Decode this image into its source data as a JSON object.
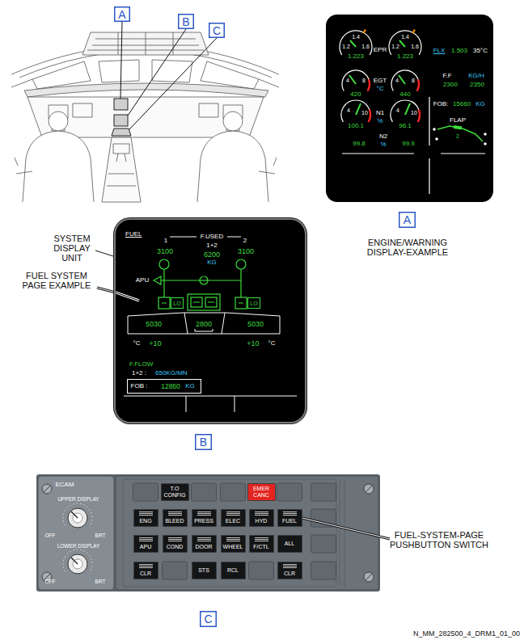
{
  "diagram": {
    "nodes": [
      {
        "text": [
          "A"
        ]
      },
      {
        "text": [
          "B"
        ]
      },
      {
        "text": [
          "C"
        ]
      },
      {
        "text": [
          "1.4",
          "1.2",
          "1.6",
          "1.223",
          "1.4",
          "1.2",
          "1.6",
          "1.223",
          "EPR",
          "FLX",
          "1.503",
          "35°C",
          "4",
          "8",
          "420",
          "EGT",
          "°C",
          "4",
          "8",
          "440",
          "F.F",
          "KG/H",
          "2300",
          "2350",
          "4",
          "10",
          "100.1",
          "N1",
          "%",
          "4",
          "10",
          "96.1",
          "FOB:",
          "15660",
          "KG",
          "N2",
          "%",
          "99.8",
          "99.9",
          "FLAP",
          "2"
        ]
      },
      {
        "text": [
          "A"
        ]
      },
      {
        "text": [
          "FUEL",
          "1",
          "F.USED",
          "2",
          "1+2",
          "3100",
          "6200",
          "KG",
          "3100",
          "APU",
          "5030",
          "2800",
          "5030",
          "°C",
          "+10",
          "+10",
          "°C",
          "F.FLOW",
          "1+2 :",
          "650KG/MN"
        ]
      },
      {
        "text": [
          "LO"
        ],
        "in": 5
      },
      {
        "text": [
          "LO"
        ],
        "in": 5
      },
      {
        "text": [
          "FOB :",
          "12860",
          "KG"
        ],
        "in": 5
      },
      {
        "text": [
          "B"
        ]
      },
      {
        "text": [
          "ECAM",
          "UPPER DISPLAY",
          "OFF",
          "BRT",
          "LOWER DISPLAY",
          "OFF",
          "BRT"
        ]
      },
      {
        "text": [
          "T.O CONFIG"
        ],
        "in": 10
      },
      {
        "text": [
          "EMER CANC"
        ],
        "in": 10
      },
      {
        "text": [
          "ENG"
        ],
        "in": 10
      },
      {
        "text": [
          "BLEED"
        ],
        "in": 10
      },
      {
        "text": [
          "PRESS"
        ],
        "in": 10
      },
      {
        "text": [
          "ELEC"
        ],
        "in": 10
      },
      {
        "text": [
          "HYD"
        ],
        "in": 10
      },
      {
        "text": [
          "FUEL"
        ],
        "in": 10
      },
      {
        "text": [
          "APU"
        ],
        "in": 10
      },
      {
        "text": [
          "COND"
        ],
        "in": 10
      },
      {
        "text": [
          "DOOR"
        ],
        "in": 10
      },
      {
        "text": [
          "WHEEL"
        ],
        "in": 10
      },
      {
        "text": [
          "F/CTL"
        ],
        "in": 10
      },
      {
        "text": [
          "ALL"
        ],
        "in": 10
      },
      {
        "text": [
          "CLR"
        ],
        "in": 10
      },
      {
        "text": [
          "STS"
        ],
        "in": 10
      },
      {
        "text": [
          "RCL"
        ],
        "in": 10
      },
      {
        "text": [
          "CLR"
        ],
        "in": 10
      },
      {
        "text": [
          "C"
        ]
      }
    ],
    "labels": [
      "ENGINE/WARNING DISPLAY-EXAMPLE",
      "SYSTEM DISPLAY UNIT",
      "FUEL SYSTEM PAGE EXAMPLE",
      "FUEL-SYSTEM-PAGE PUSHBUTTON SWITCH",
      "N_MM_282500_4_DRM1_01_00"
    ]
  }
}
